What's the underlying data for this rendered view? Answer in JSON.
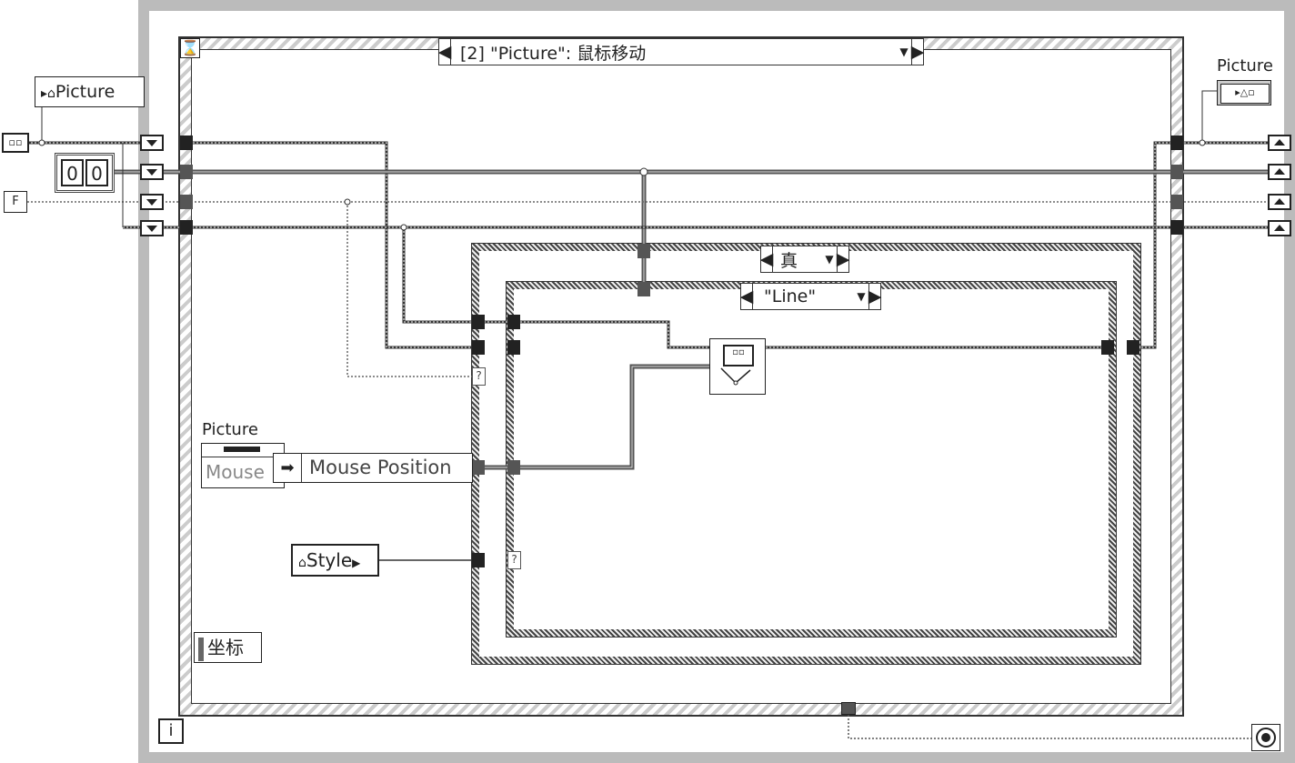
{
  "event_structure": {
    "selector_text": "[2] \"Picture\": 鼠标移动"
  },
  "case_outer": {
    "selector_text": "真"
  },
  "case_inner": {
    "selector_text": "\"Line\""
  },
  "controls": {
    "picture_ref_label": "Picture",
    "picture_indicator_label": "Picture",
    "event_data_label": "Picture",
    "event_data_field": "Mouse",
    "mouse_position": "Mouse Position",
    "style_property": "Style",
    "coord_label": "坐标",
    "array_value_1": "0",
    "array_value_2": "0",
    "bool_constant": "F",
    "loop_iteration": "i"
  },
  "icons": [
    "hourglass-icon",
    "stop-icon",
    "draw-line-icon",
    "picture-terminal-icon"
  ]
}
